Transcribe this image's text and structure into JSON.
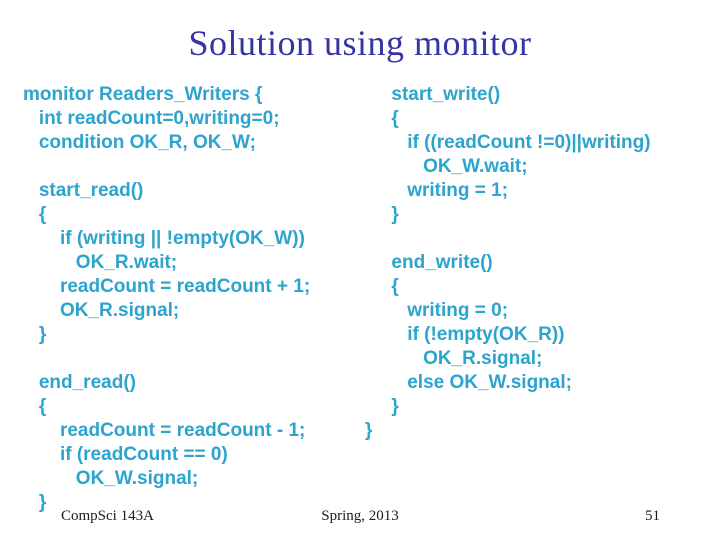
{
  "slide": {
    "title": "Solution using monitor",
    "colors": {
      "background": "#ffffff",
      "title_text": "#3434a3",
      "code_text": "#2ca4cd",
      "footer_text": "#1c1c1c"
    },
    "code_left": {
      "lines": [
        "monitor Readers_Writers {",
        "   int readCount=0,writing=0;",
        "   condition OK_R, OK_W;",
        "",
        "   start_read()",
        "   {",
        "       if (writing || !empty(OK_W))",
        "          OK_R.wait;",
        "       readCount = readCount + 1;",
        "       OK_R.signal;",
        "   }",
        "",
        "   end_read()",
        "   {",
        "       readCount = readCount - 1;",
        "       if (readCount == 0)",
        "          OK_W.signal;",
        "   }"
      ]
    },
    "code_right": {
      "lines": [
        "     start_write()",
        "     {",
        "        if ((readCount !=0)||writing)",
        "           OK_W.wait;",
        "        writing = 1;",
        "     }",
        "",
        "     end_write()",
        "     {",
        "        writing = 0;",
        "        if (!empty(OK_R))",
        "           OK_R.signal;",
        "        else OK_W.signal;",
        "     }",
        "}"
      ]
    },
    "footer": {
      "course": "CompSci 143A",
      "term": "Spring, 2013",
      "page_number": "51"
    }
  }
}
